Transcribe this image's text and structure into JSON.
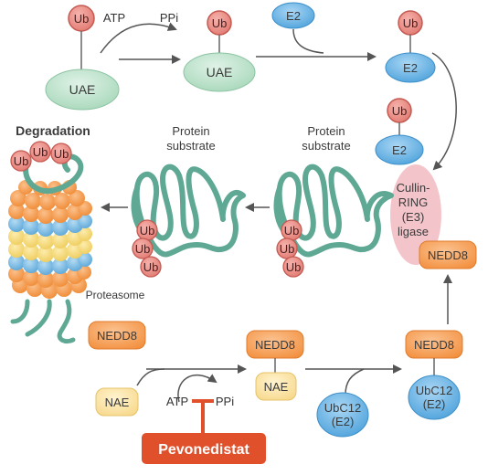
{
  "labels": {
    "ub": "Ub",
    "atp": "ATP",
    "ppi": "PPi",
    "uae": "UAE",
    "e2": "E2",
    "protein_substrate_line1": "Protein",
    "protein_substrate_line2": "substrate",
    "cullin_line1": "Cullin-",
    "cullin_line2": "RING",
    "cullin_line3": "(E3)",
    "cullin_line4": "ligase",
    "nedd8": "NEDD8",
    "degradation": "Degradation",
    "proteasome": "Proteasome",
    "nae": "NAE",
    "ubc12_line1": "UbC12",
    "ubc12_line2": "(E2)",
    "pevonedistat": "Pevonedistat"
  },
  "colors": {
    "ub_fill": "#e8857e",
    "ub_stroke": "#c45a52",
    "uae_fill": "#bfe2cc",
    "e2_fill": "#6cb4e4",
    "cullin_fill": "#f2bfc4",
    "nedd8_fill": "#f6a25a",
    "nae_fill": "#fbe3a6",
    "protein": "#5fa894",
    "arrow": "#555555",
    "pevonedistat_fill": "#e0502a",
    "proteasome_orange": "#f59a4a",
    "proteasome_blue": "#6fb3de",
    "proteasome_yellow": "#f4d672"
  }
}
